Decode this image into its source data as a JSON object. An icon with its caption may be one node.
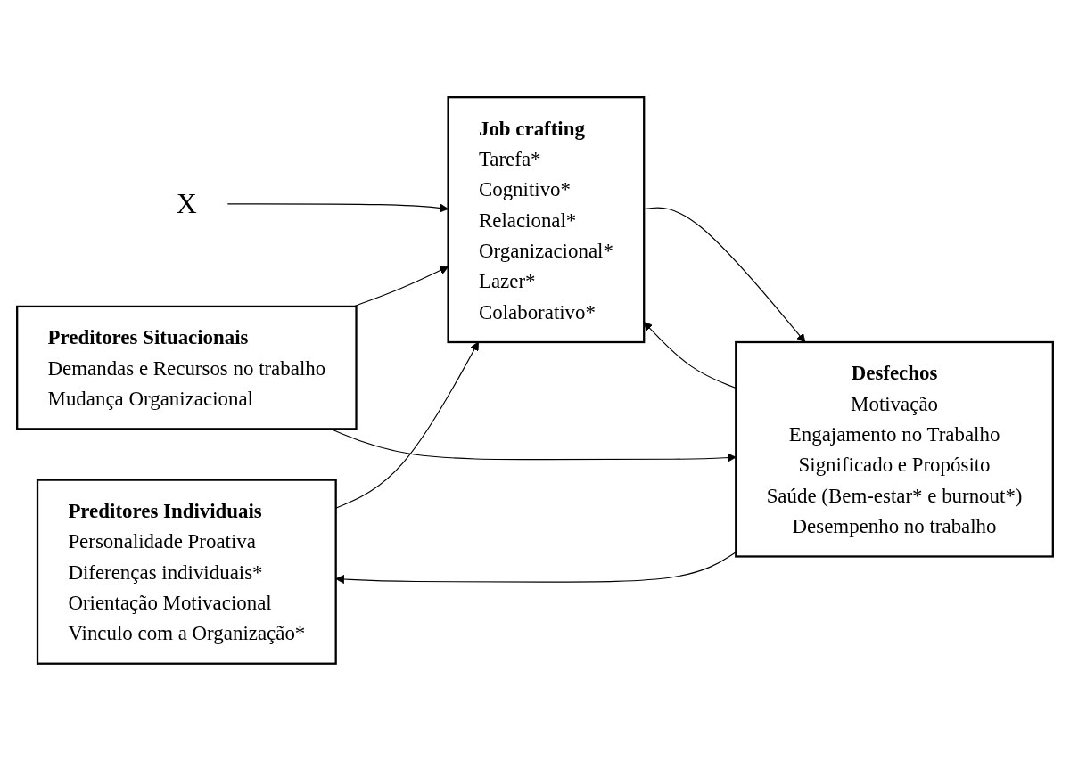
{
  "diagram": {
    "nodes": [
      {
        "text": [
          "Preditores Situacionais",
          "Demandas e Recursos no trabalho",
          "Mudança Organizacional"
        ]
      },
      {
        "text": [
          "X"
        ]
      },
      {
        "text": [
          "Preditores Individuais",
          "Personalidade Proativa",
          "Diferenças individuais*",
          "Orientação Motivacional",
          "Vinculo com a Organização*"
        ]
      },
      {
        "text": [
          "Job crafting",
          "Tarefa*",
          "Cognitivo*",
          "Relacional*",
          "Organizacional*",
          "Lazer*",
          "Colaborativo*"
        ]
      },
      {
        "text": [
          "Desfechos",
          "Motivação",
          "Engajamento no Trabalho",
          "Significado e Propósito",
          "Saúde (Bem-estar* e burnout*)",
          "Desempenho no trabalho"
        ]
      }
    ],
    "edges": [
      {
        "from": 0,
        "to": 3,
        "arrow": "to"
      },
      {
        "from": 1,
        "to": 3,
        "arrow": "to"
      },
      {
        "from": 2,
        "to": 3,
        "arrow": "to"
      },
      {
        "from": 3,
        "to": 4,
        "arrow": "to"
      },
      {
        "from": 0,
        "to": 4,
        "arrow": "to"
      },
      {
        "from": 4,
        "to": 3,
        "arrow": "to"
      },
      {
        "from": 4,
        "to": 2,
        "arrow": "to"
      }
    ]
  }
}
